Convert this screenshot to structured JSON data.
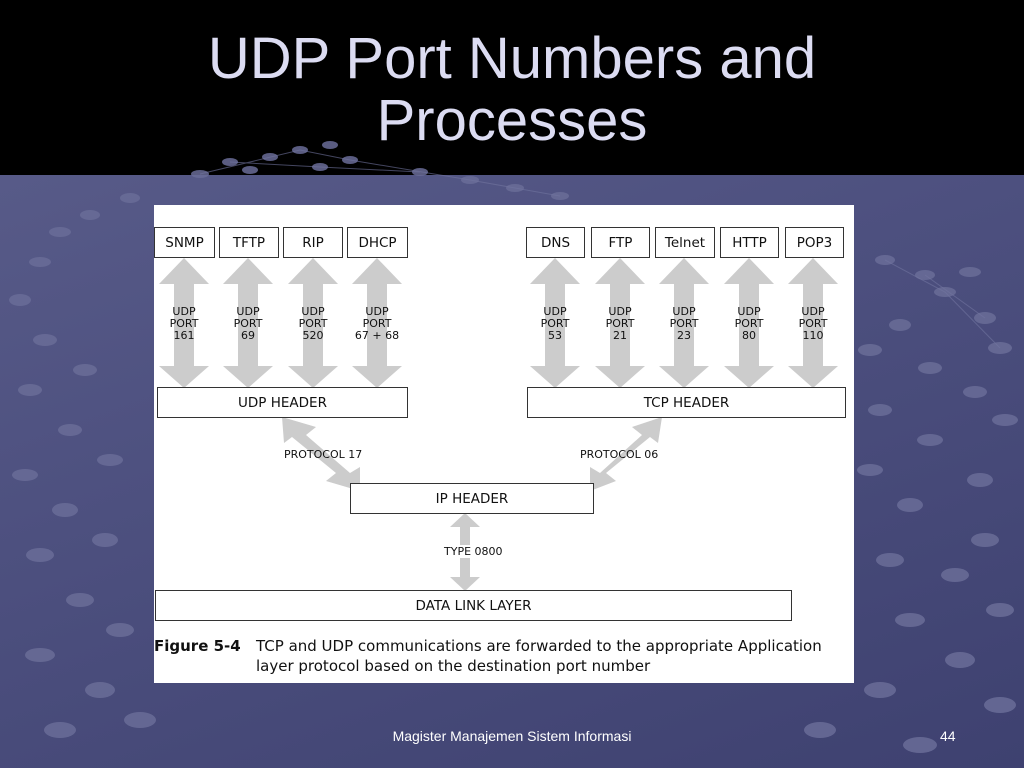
{
  "slide": {
    "title_line1": "UDP Port Numbers and",
    "title_line2": "Processes",
    "footer": "Magister Manajemen Sistem Informasi",
    "page_number": "44"
  },
  "diagram": {
    "udp_apps": [
      {
        "name": "SNMP",
        "port_line1": "UDP",
        "port_line2": "PORT",
        "port_line3": "161"
      },
      {
        "name": "TFTP",
        "port_line1": "UDP",
        "port_line2": "PORT",
        "port_line3": "69"
      },
      {
        "name": "RIP",
        "port_line1": "UDP",
        "port_line2": "PORT",
        "port_line3": "520"
      },
      {
        "name": "DHCP",
        "port_line1": "UDP",
        "port_line2": "PORT",
        "port_line3": "67 + 68"
      }
    ],
    "tcp_apps": [
      {
        "name": "DNS",
        "port_line1": "UDP",
        "port_line2": "PORT",
        "port_line3": "53"
      },
      {
        "name": "FTP",
        "port_line1": "UDP",
        "port_line2": "PORT",
        "port_line3": "21"
      },
      {
        "name": "Telnet",
        "port_line1": "UDP",
        "port_line2": "PORT",
        "port_line3": "23"
      },
      {
        "name": "HTTP",
        "port_line1": "UDP",
        "port_line2": "PORT",
        "port_line3": "80"
      },
      {
        "name": "POP3",
        "port_line1": "UDP",
        "port_line2": "PORT",
        "port_line3": "110"
      }
    ],
    "udp_header": "UDP HEADER",
    "tcp_header": "TCP HEADER",
    "protocol_udp": "PROTOCOL 17",
    "protocol_tcp": "PROTOCOL 06",
    "ip_header": "IP HEADER",
    "type_label": "TYPE 0800",
    "data_link": "DATA LINK LAYER",
    "caption_label": "Figure 5-4",
    "caption_text": "TCP and UDP communications are forwarded to the appropriate Application layer protocol based on the destination port number"
  },
  "colors": {
    "background": "#4e5180",
    "title_bar": "#000000",
    "title_text": "#dcdcf2",
    "arrow_fill": "#cccccc"
  }
}
